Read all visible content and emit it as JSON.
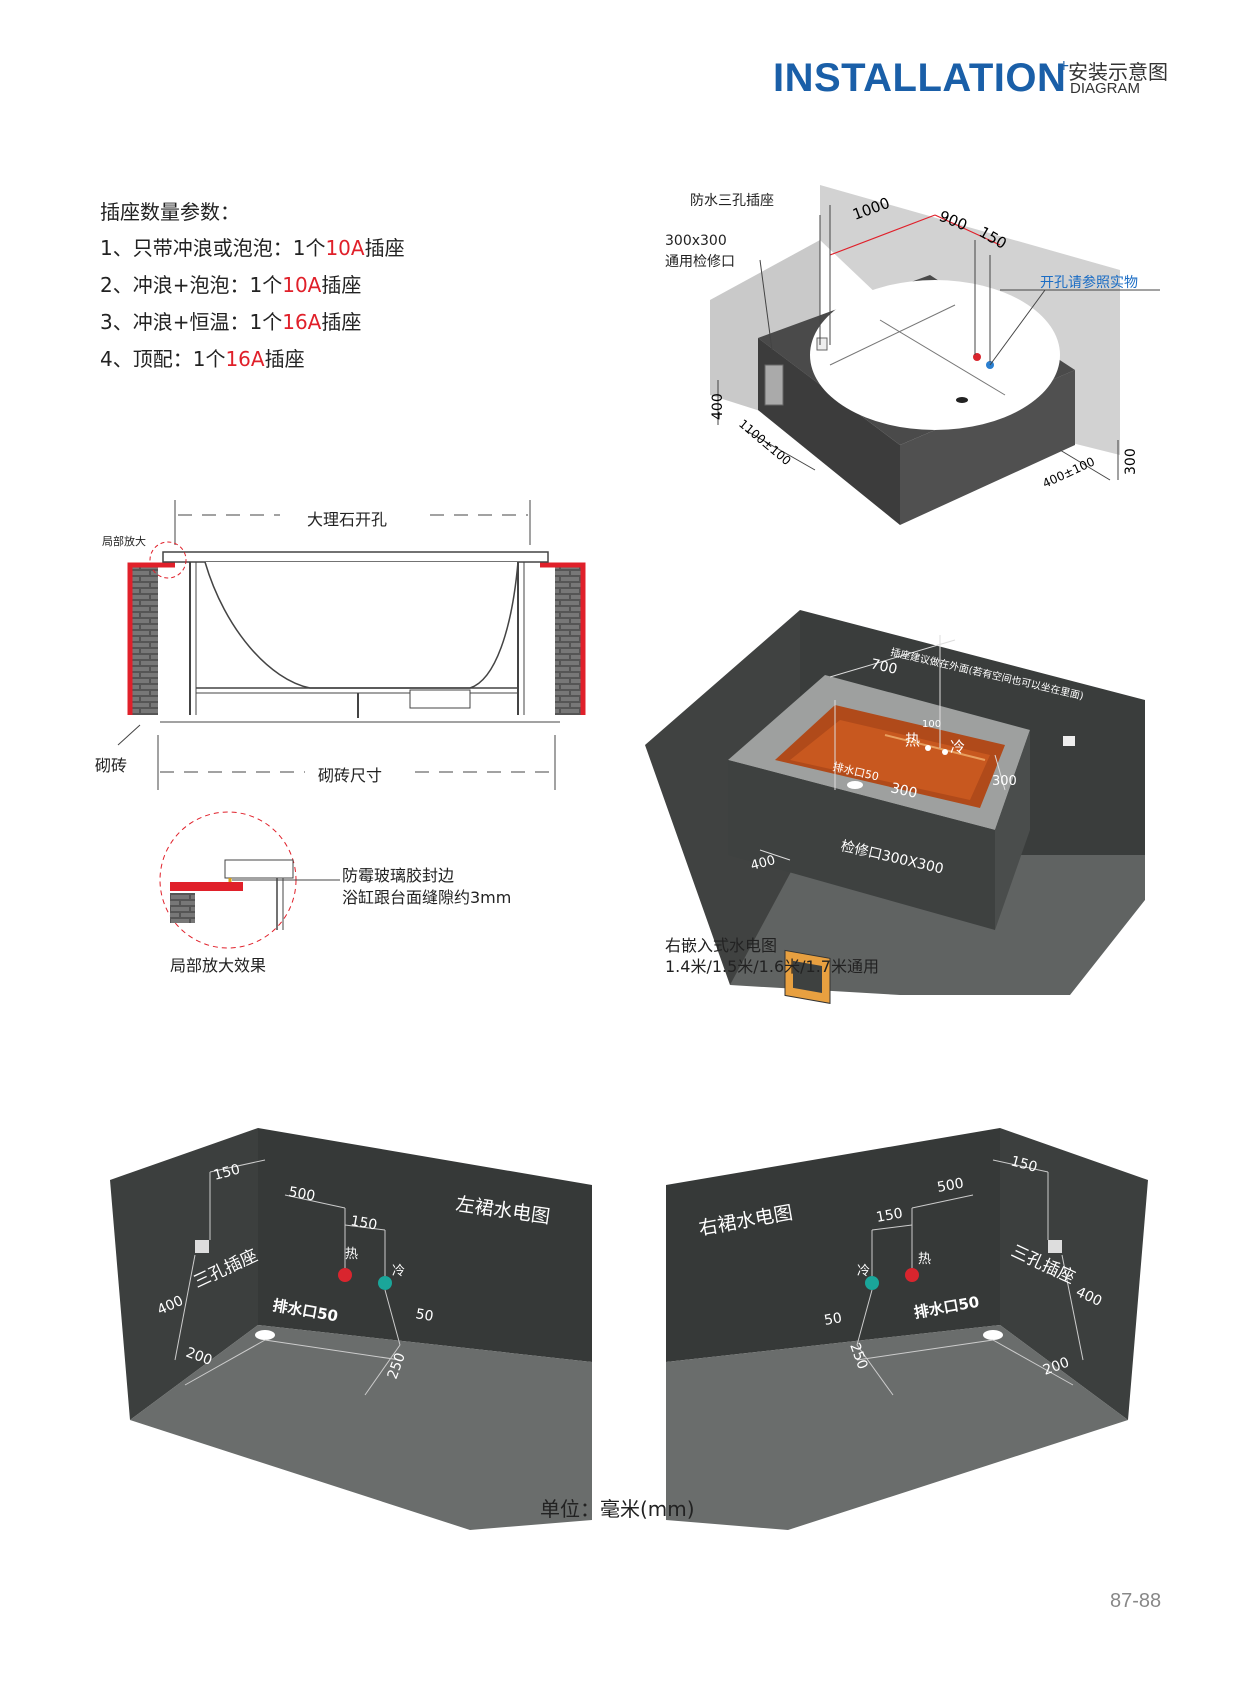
{
  "header": {
    "title": "INSTALLATION",
    "plus": "+",
    "subtitle_cn": "安装示意图",
    "subtitle_en": "DIAGRAM"
  },
  "specs": {
    "heading": "插座数量参数：",
    "items": [
      {
        "prefix": "1、只带冲浪或泡泡：1个",
        "value": "10A",
        "suffix": "插座"
      },
      {
        "prefix": "2、冲浪+泡泡：1个",
        "value": "10A",
        "suffix": "插座"
      },
      {
        "prefix": "3、冲浪+恒温：1个",
        "value": "16A",
        "suffix": "插座"
      },
      {
        "prefix": "4、顶配：1个",
        "value": "16A",
        "suffix": "插座"
      }
    ]
  },
  "corner_diagram": {
    "socket_label": "防水三孔插座",
    "access_size": "300x300",
    "access_label": "通用检修口",
    "dim_1000": "1000",
    "dim_900": "900",
    "dim_150": "150",
    "hole_note": "开孔请参照实物",
    "dim_400": "400",
    "dim_1100": "1100±100",
    "dim_400b": "400±100",
    "dim_300": "300"
  },
  "section_diagram": {
    "marble_label": "大理石开孔",
    "zoom_label": "局部放大",
    "brick_label": "砌砖",
    "brick_size_label": "砌砖尺寸",
    "seal_note1": "防霉玻璃胶封边",
    "seal_note2": "浴缸跟台面缝隙约3mm",
    "detail_label": "局部放大效果"
  },
  "embedded_diagram": {
    "socket_note": "插座建议做在外面(若有空间也可以坐在里面)",
    "dim_700": "700",
    "dim_100": "100",
    "hot": "热",
    "cold": "冷",
    "drain": "排水口50",
    "dim_300a": "300",
    "dim_300b": "300",
    "access": "检修口300X300",
    "dim_400": "400",
    "caption1": "右嵌入式水电图",
    "caption2": "1.4米/1.5米/1.6米/1.7米通用"
  },
  "left_skirt": {
    "title": "左裙水电图",
    "dim_150a": "150",
    "dim_500": "500",
    "dim_150b": "150",
    "hot": "热",
    "cold": "冷",
    "socket": "三孔插座",
    "dim_400": "400",
    "drain": "排水口50",
    "dim_50": "50",
    "dim_200": "200",
    "dim_250": "250"
  },
  "right_skirt": {
    "title": "右裙水电图",
    "dim_150a": "150",
    "dim_500": "500",
    "dim_150b": "150",
    "hot": "热",
    "cold": "冷",
    "socket": "三孔插座",
    "dim_400": "400",
    "drain": "排水口50",
    "dim_50": "50",
    "dim_200": "200",
    "dim_250": "250"
  },
  "footer": {
    "unit": "单位：毫米(mm)",
    "page": "87-88"
  },
  "colors": {
    "brand_blue": "#1a5fa8",
    "highlight_red": "#e0202a",
    "wall_dark": "#3a3d3c",
    "floor_grey": "#6b6e6d"
  }
}
